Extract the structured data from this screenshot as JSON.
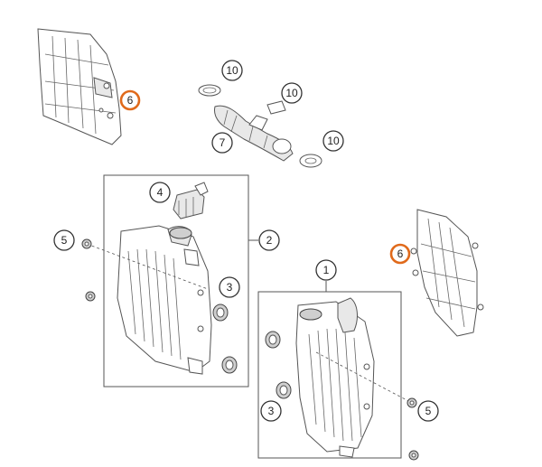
{
  "callouts": {
    "c6_top": "6",
    "c10_a": "10",
    "c10_b": "10",
    "c7": "7",
    "c10_c": "10",
    "c4": "4",
    "c5_left": "5",
    "c2": "2",
    "c3_left": "3",
    "c6_right": "6",
    "c1": "1",
    "c3_right": "3",
    "c5_right": "5"
  },
  "colors": {
    "highlight": "#e06a1b",
    "line": "#555555"
  }
}
